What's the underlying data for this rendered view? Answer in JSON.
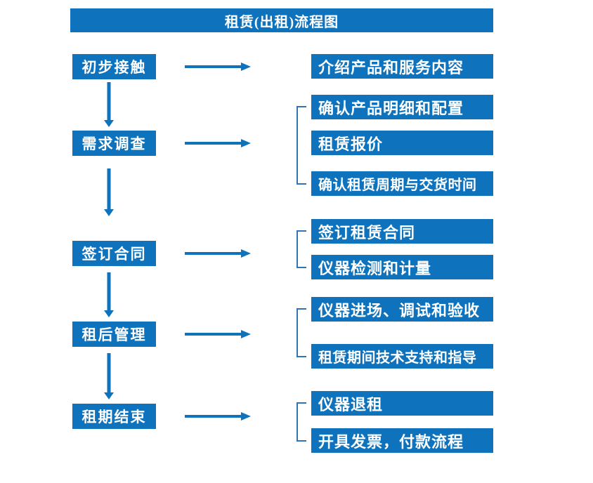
{
  "title": "租赁(出租)流程图",
  "colors": {
    "primary": "#0E72BC",
    "bracket": "#2E75B6",
    "text_on_primary": "#FFFFFF",
    "canvas_bg": "#FFFFFF"
  },
  "steps": [
    {
      "label": "初步接触",
      "details": [
        "介绍产品和服务内容"
      ]
    },
    {
      "label": "需求调查",
      "details": [
        "确认产品明细和配置",
        "租赁报价",
        "确认租赁周期与交货时间"
      ]
    },
    {
      "label": "签订合同",
      "details": [
        "签订租赁合同",
        "仪器检测和计量"
      ]
    },
    {
      "label": "租后管理",
      "details": [
        "仪器进场、调试和验收",
        "租赁期间技术支持和指导"
      ]
    },
    {
      "label": "租期结束",
      "details": [
        "仪器退租",
        "开具发票，付款流程"
      ]
    }
  ]
}
